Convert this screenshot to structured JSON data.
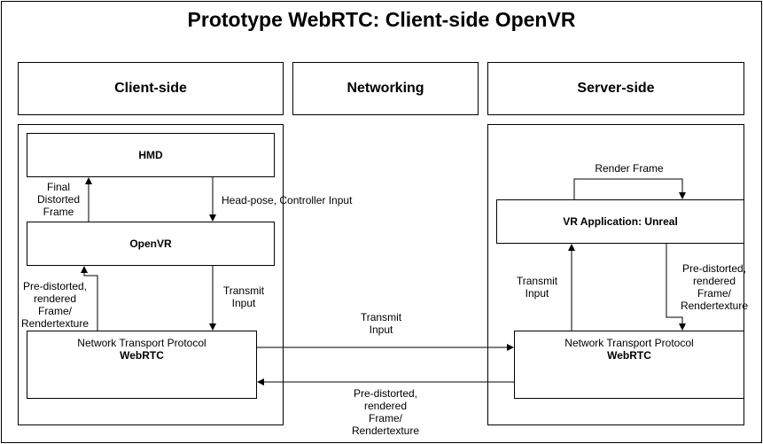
{
  "title": "Prototype WebRTC: Client-side OpenVR",
  "columns": {
    "client": "Client-side",
    "networking": "Networking",
    "server": "Server-side"
  },
  "nodes": {
    "hmd": "HMD",
    "openvr": "OpenVR",
    "client_ntp": {
      "line1": "Network Transport Protocol",
      "line2": "WebRTC"
    },
    "vr_app": "VR Application: Unreal",
    "server_ntp": {
      "line1": "Network Transport Protocol",
      "line2": "WebRTC"
    }
  },
  "edges": {
    "final_frame": "Final\nDistorted\nFrame",
    "head_pose": "Head-pose, Controller Input",
    "client_predistorted": "Pre-distorted,\nrendered\nFrame/\nRendertexture",
    "client_transmit": "Transmit\nInput",
    "network_transmit": "Transmit\nInput",
    "network_predistorted": "Pre-distorted,\nrendered\nFrame/\nRendertexture",
    "render_frame": "Render Frame",
    "server_transmit": "Transmit\nInput",
    "server_predistorted": "Pre-distorted,\nrendered\nFrame/\nRendertexture"
  },
  "colors": {
    "stroke": "#000000",
    "background": "#ffffff"
  }
}
